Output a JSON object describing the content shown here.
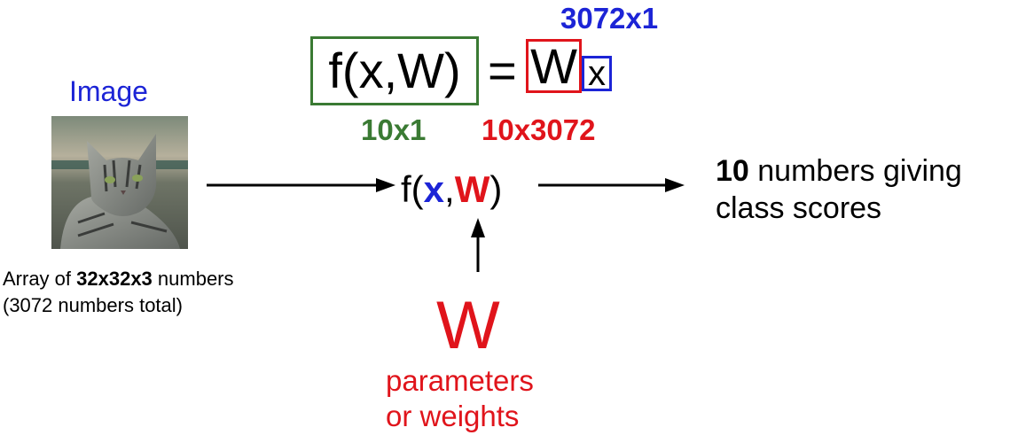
{
  "equation": {
    "lhs": "f(x,W)",
    "equals": "=",
    "w": "W",
    "x": "x",
    "dim_x": "3072x1",
    "dim_f": "10x1",
    "dim_w": "10x3072"
  },
  "input": {
    "label": "Image",
    "caption_pre": "Array of ",
    "caption_bold": "32x32x3",
    "caption_post": " numbers",
    "caption_line2": "(3072 numbers total)"
  },
  "function": {
    "prefix": "f(",
    "x": "x",
    "comma": ",",
    "w": "W",
    "suffix": ")"
  },
  "output": {
    "count": "10",
    "line1_rest": " numbers giving",
    "line2": "class scores"
  },
  "params": {
    "symbol": "W",
    "line1": "parameters",
    "line2": "or weights"
  },
  "colors": {
    "blue": "#1c24d6",
    "red": "#e0141b",
    "green": "#3a7a33"
  },
  "icons": {
    "photo": "cat-photo"
  }
}
